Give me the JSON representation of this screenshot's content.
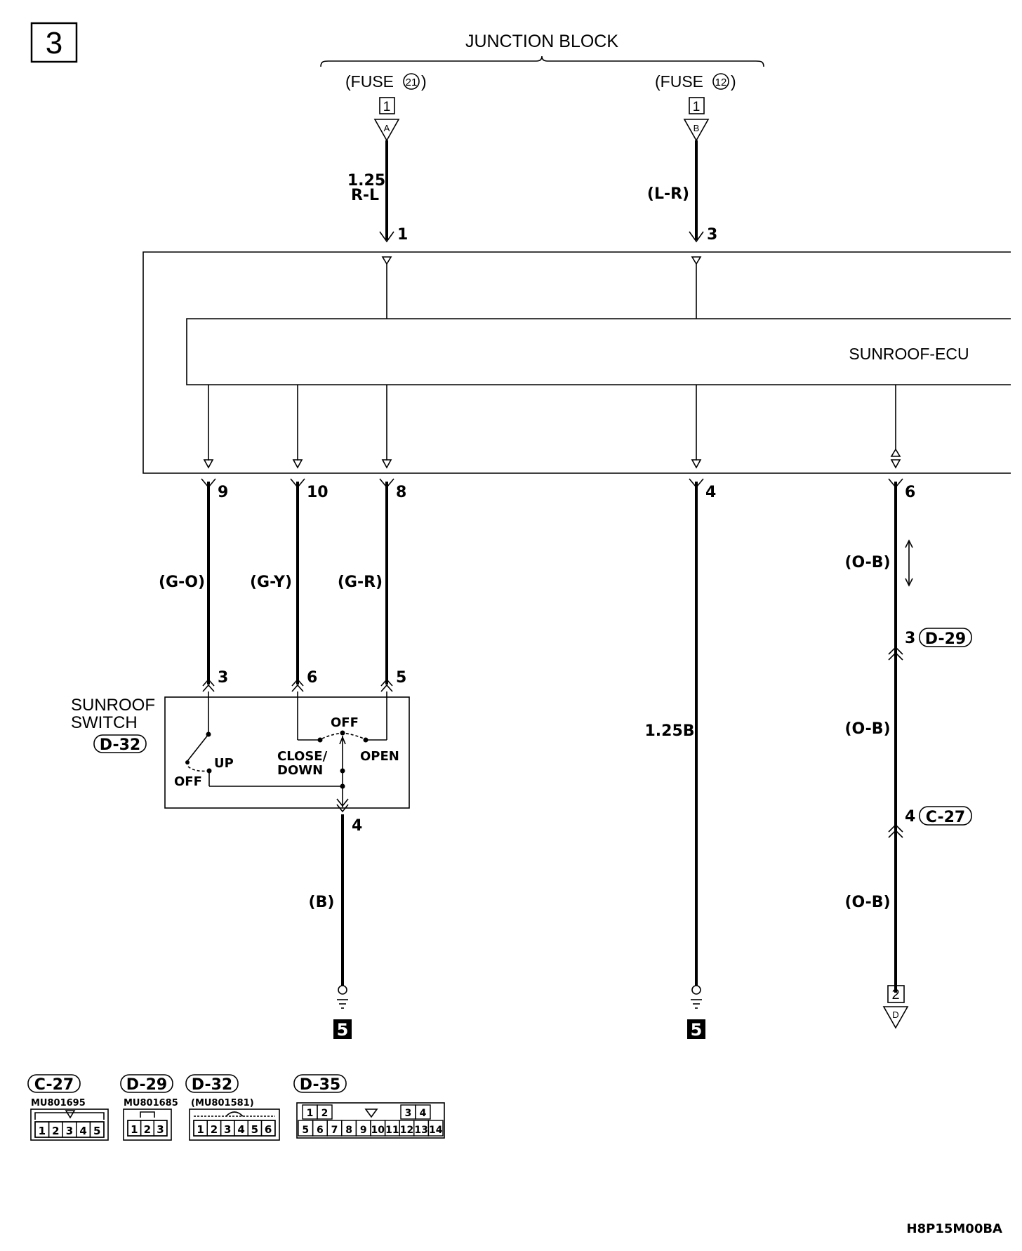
{
  "page_number": "3",
  "figure_code": "H8P15M00BA",
  "junction_block": {
    "title": "JUNCTION BLOCK",
    "fuse_a": {
      "label": "(FUSE",
      "number": "21",
      "suffix": ")",
      "box": "1",
      "letter": "A"
    },
    "fuse_b": {
      "label": "(FUSE",
      "number": "12",
      "suffix": ")",
      "box": "1",
      "letter": "B"
    }
  },
  "wires": {
    "fuse_a_size": "1.25",
    "fuse_a_color": "R-L",
    "fuse_b_color": "(L-R)",
    "w9_color": "(G-O)",
    "w10_color": "(G-Y)",
    "w8_color": "(G-R)",
    "w4_color": "1.25B",
    "w6_color_1": "(O-B)",
    "w6_color_2": "(O-B)",
    "w6_color_3": "(O-B)",
    "ground_wire_color": "(B)"
  },
  "ecu": {
    "name": "SUNROOF-ECU",
    "pins": {
      "p1": "1",
      "p3": "3",
      "p9": "9",
      "p10": "10",
      "p8": "8",
      "p4": "4",
      "p6": "6"
    }
  },
  "switch": {
    "name_line1": "SUNROOF",
    "name_line2": "SWITCH",
    "connector": "D-32",
    "pins": {
      "p3": "3",
      "p6": "6",
      "p5": "5",
      "p4": "4"
    },
    "labels": {
      "off_left": "OFF",
      "up": "UP",
      "off_top": "OFF",
      "close_down_1": "CLOSE/",
      "close_down_2": "DOWN",
      "open": "OPEN"
    }
  },
  "inline_connectors": {
    "c1": {
      "pin": "3",
      "name": "D-29"
    },
    "c2": {
      "pin": "4",
      "name": "C-27"
    }
  },
  "grounds": {
    "g1": "5",
    "g2": "5"
  },
  "continuation": {
    "box": "2",
    "letter": "D"
  },
  "connector_legend": [
    {
      "name": "C-27",
      "part": "MU801695",
      "pins": [
        "1",
        "2",
        "3",
        "4",
        "5"
      ]
    },
    {
      "name": "D-29",
      "part": "MU801685",
      "pins": [
        "1",
        "2",
        "3"
      ]
    },
    {
      "name": "D-32",
      "part": "(MU801581)",
      "pins": [
        "1",
        "2",
        "3",
        "4",
        "5",
        "6"
      ]
    },
    {
      "name": "D-35",
      "part": "",
      "top_pins": [
        "1",
        "2",
        "3",
        "4"
      ],
      "bottom_pins": [
        "5",
        "6",
        "7",
        "8",
        "9",
        "10",
        "11",
        "12",
        "13",
        "14"
      ]
    }
  ]
}
